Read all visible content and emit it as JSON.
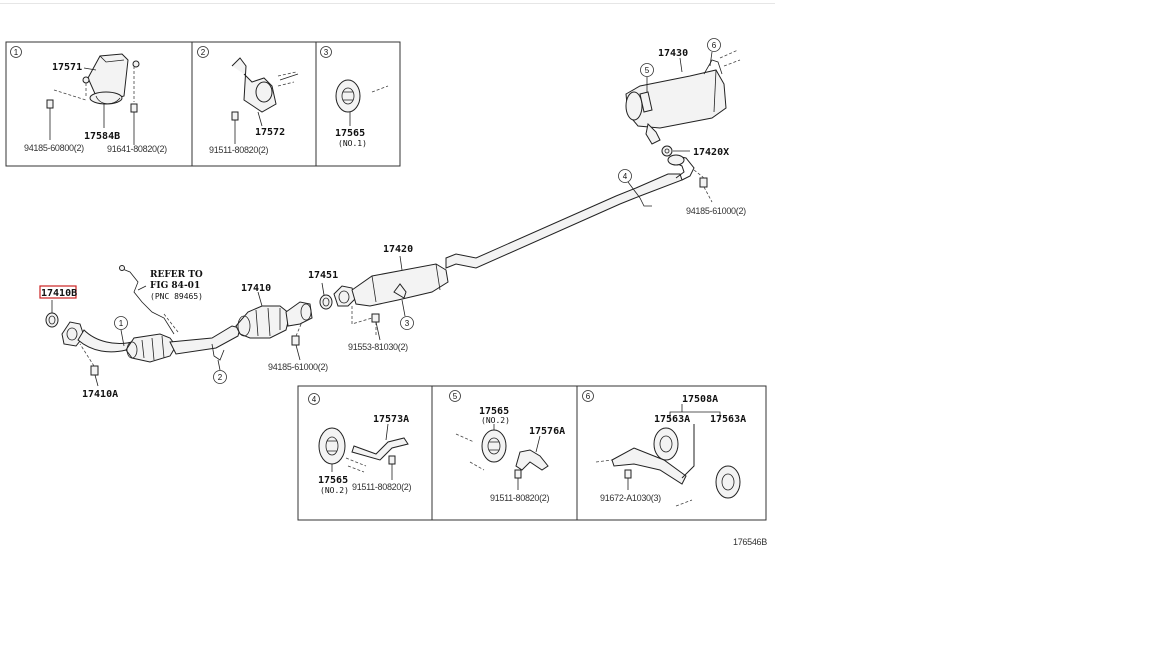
{
  "diagram_code": "176546B",
  "highlight_color": "#cc2222",
  "main": {
    "p17410B": "17410B",
    "p17410A": "17410A",
    "p17410": "17410",
    "p17451": "17451",
    "p17420": "17420",
    "p17430": "17430",
    "p17420X": "17420X",
    "b94185_1": "94185-61000(2)",
    "b94185_2": "94185-61000(2)",
    "b91553": "91553-81030(2)",
    "refer1": "REFER TO",
    "refer2": "FIG 84-01",
    "refer3": "(PNC 89465)"
  },
  "callouts": [
    "1",
    "2",
    "3",
    "4",
    "5",
    "6"
  ],
  "detail1": {
    "num": "1",
    "a": "17571",
    "b": "17584B",
    "c": "94185-60800(2)",
    "d": "91641-80820(2)"
  },
  "detail2": {
    "num": "2",
    "a": "17572",
    "b": "91511-80820(2)"
  },
  "detail3": {
    "num": "3",
    "a": "17565",
    "b": "(NO.1)"
  },
  "detail4": {
    "num": "4",
    "a": "17573A",
    "b": "17565",
    "c": "(NO.2)",
    "d": "91511-80820(2)"
  },
  "detail5": {
    "num": "5",
    "a": "17565",
    "b": "(NO.2)",
    "c": "17576A",
    "d": "91511-80820(2)"
  },
  "detail6": {
    "num": "6",
    "a": "17508A",
    "b": "17563A",
    "c": "17563A",
    "d": "91672-A1030(3)"
  }
}
